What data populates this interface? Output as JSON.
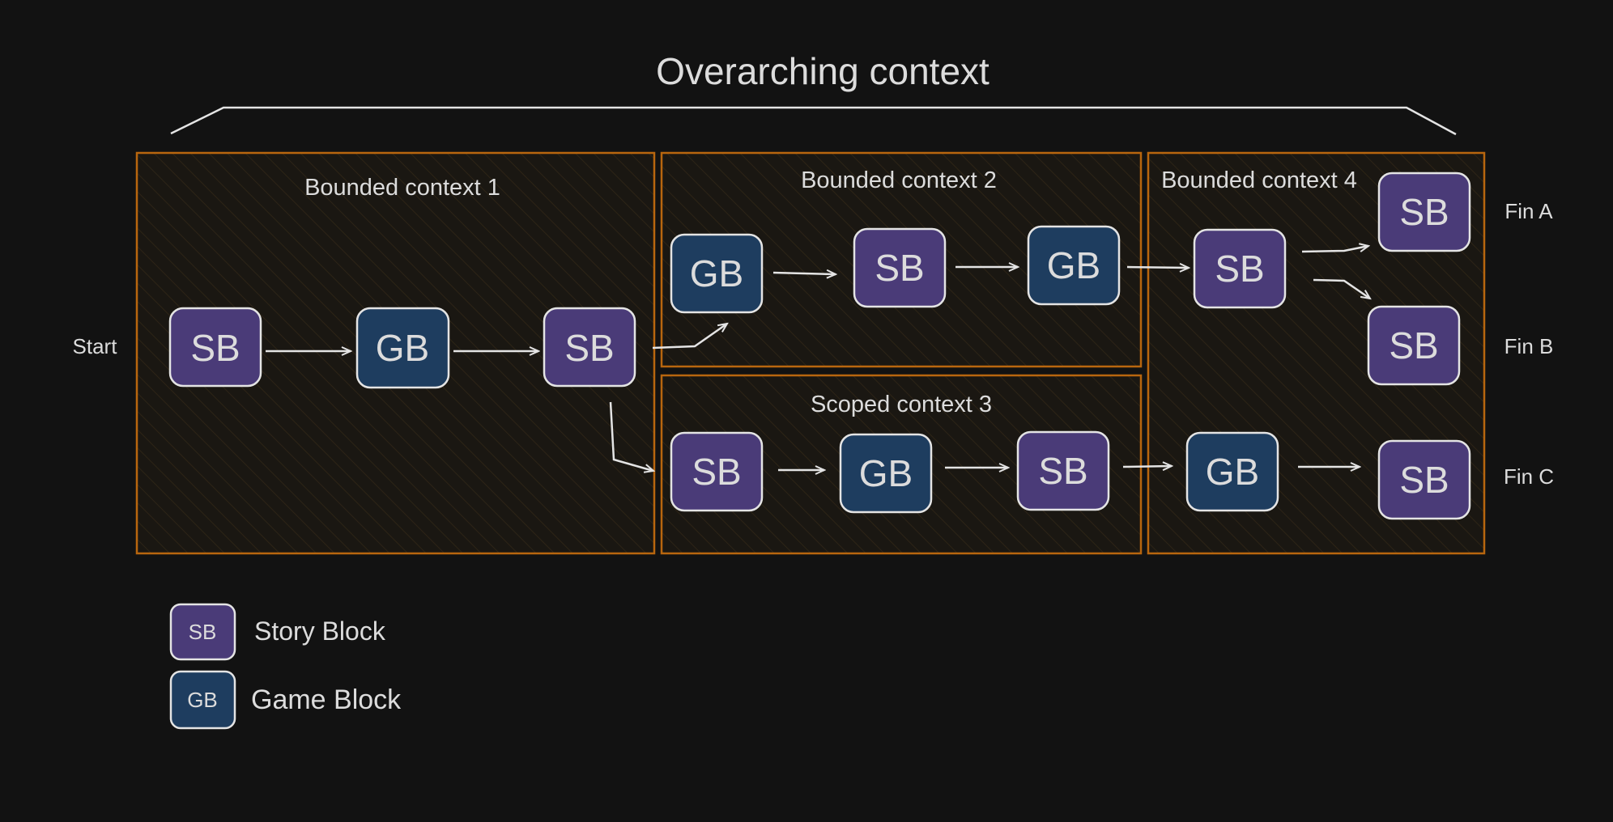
{
  "title": "Overarching context",
  "colors": {
    "background": "#121212",
    "story_block": "#4a3b78",
    "game_block": "#1e3d5f",
    "context_border": "#b8660e",
    "context_fill": "#1b1813",
    "stroke": "#e4e4e4",
    "text": "#dcdcdc"
  },
  "contexts": {
    "bc1": "Bounded context 1",
    "bc2": "Bounded context 2",
    "sc3": "Scoped context 3",
    "bc4": "Bounded context 4"
  },
  "labels": {
    "start": "Start",
    "fin_a": "Fin A",
    "fin_b": "Fin B",
    "fin_c": "Fin C"
  },
  "blocks": {
    "sb": "SB",
    "gb": "GB"
  },
  "legend": {
    "story_abbr": "SB",
    "story_label": "Story Block",
    "game_abbr": "GB",
    "game_label": "Game Block"
  }
}
